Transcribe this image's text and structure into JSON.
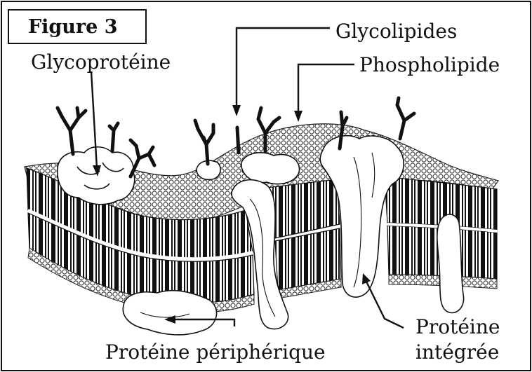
{
  "figure": {
    "title": "Figure 3"
  },
  "labels": {
    "glycolipides": "Glycolipides",
    "phospholipide": "Phospholipide",
    "glycoproteine": "Glycoprotéine",
    "proteine_peripherique": "Protéine périphérique",
    "proteine_integree_line1": "Protéine",
    "proteine_integree_line2": "intégrée"
  },
  "colors": {
    "ink": "#111111",
    "head": "#ffffff",
    "tail": "#111111",
    "paper": "#ffffff"
  }
}
